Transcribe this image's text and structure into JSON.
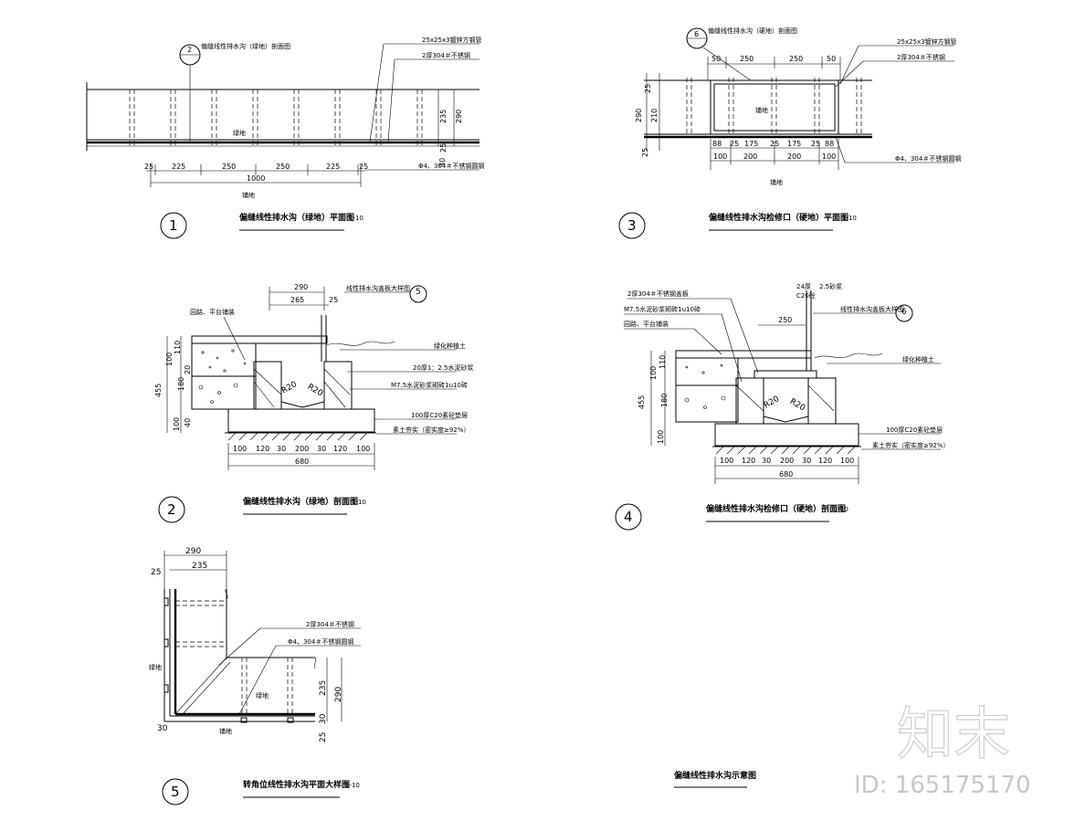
{
  "drawings": [
    {
      "id": "1",
      "title": "偏缝线性排水沟（绿地）平面图",
      "scale": "1-10"
    },
    {
      "id": "2",
      "title": "偏缝线性排水沟（绿地）剖面图",
      "scale": "1-10"
    },
    {
      "id": "3",
      "title": "偏缝线性排水沟检修口（硬地）平面图",
      "scale": "1-10"
    },
    {
      "id": "4",
      "title": "偏缝线性排水沟检修口（硬地）剖面图",
      "scale": "1-10"
    },
    {
      "id": "5",
      "title": "转角位线性排水沟平面大样图",
      "scale": "1-10"
    }
  ],
  "overview_title": "偏缝线性排水沟示意图",
  "labels": {
    "d1_ref": "偏缝线性排水沟（绿地）剖面图",
    "d1_ref_tag": "2",
    "d1_callout_a": "25x25x3镀锌方钢管",
    "d1_callout_b": "2厚304＃不锈钢",
    "d1_callout_c": "Φ4、304＃不锈钢圆钢",
    "d1_dims": [
      "25",
      "225",
      "250",
      "250",
      "225",
      "25"
    ],
    "d1_total": "1000",
    "d1_vdims": [
      "235",
      "290",
      "25",
      "30"
    ],
    "d3_ref": "偏缝线性排水沟（硬地）剖面图",
    "d3_ref_tag": "6",
    "d3_top_dims": [
      "50",
      "250",
      "250",
      "50"
    ],
    "d3_bottom_dims_a": [
      "88",
      "25",
      "175",
      "25",
      "175",
      "25",
      "88"
    ],
    "d3_bottom_dims_b": [
      "100",
      "200",
      "200",
      "100"
    ],
    "d3_vdims": [
      "25",
      "290",
      "210",
      "25"
    ],
    "d2_top_dims": [
      "290",
      "265",
      "25"
    ],
    "d2_ref": "线性排水沟盖板大样图",
    "d2_ref_tag": "5",
    "d2_layers": [
      "园路、平台铺装",
      "绿化种植土",
      "20厚1：2.5水泥砂浆",
      "M7.5水泥砂浆砌砖1u10砖",
      "100厚C20素砼垫层",
      "素土夯实（密实度≥92%）"
    ],
    "d2_vdims": [
      "100",
      "110",
      "180",
      "100",
      "455",
      "20",
      "40"
    ],
    "d2_bottom_dims": [
      "100",
      "120",
      "30",
      "200",
      "30",
      "120",
      "100"
    ],
    "d2_total": "680",
    "d2_radius": "R20",
    "d4_callouts": [
      "2厚304＃不锈钢盖板",
      "M7.5水泥砂浆砌砖1u10砖",
      "园路、平台铺装"
    ],
    "d4_top_dims": [
      "24厚",
      "2.5砂浆",
      "C20砼",
      "250"
    ],
    "d4_ref": "线性排水沟盖板大样图",
    "d4_ref_tag": "6",
    "d4_layers": [
      "绿化种植土",
      "100厚C20素砼垫层",
      "素土夯实（密实度≥92%）"
    ],
    "d4_total": "680",
    "d5_dims": [
      "290",
      "25",
      "235",
      "235",
      "290",
      "30",
      "25",
      "30"
    ],
    "d5_callout_a": "2厚304＃不锈钢",
    "d5_callout_b": "Φ4、304＃不锈钢圆钢",
    "tiny_a": "绿地",
    "tiny_b": "铺地"
  },
  "watermark": {
    "brand": "知末",
    "id_text": "ID: 165175170"
  }
}
